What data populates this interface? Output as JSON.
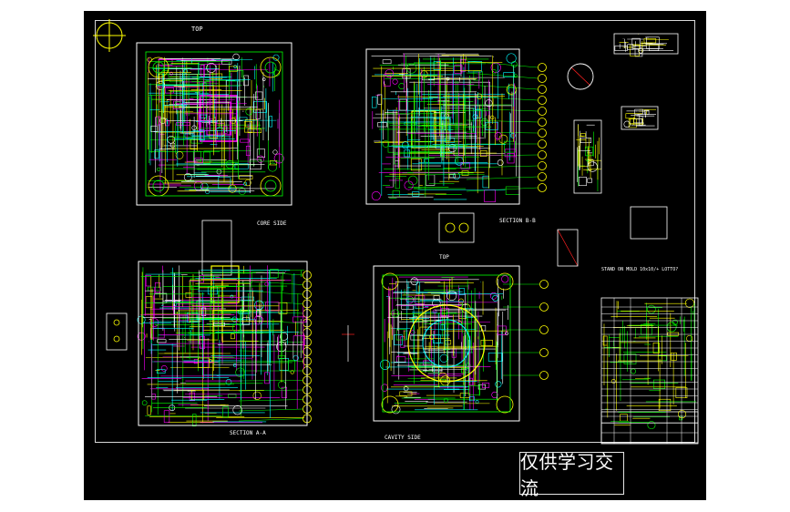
{
  "drawing": {
    "views": {
      "top": "TOP",
      "core_side": "CORE SIDE",
      "section_aa": "SECTION A-A",
      "section_bb": "SECTION B-B",
      "cavity_side": "CAVITY SIDE",
      "detail_right": "TOP"
    },
    "watermark": "仅供学习交流",
    "title_block_heading": "STAND ON MOLD  10x10/+  LOTTO?",
    "colors": {
      "background": "#000000",
      "frame": "#d8d8d8",
      "green": "#00ff00",
      "yellow": "#ffff00",
      "cyan": "#00ffff",
      "magenta": "#ff00ff",
      "red": "#ff2020",
      "white": "#ffffff"
    }
  }
}
